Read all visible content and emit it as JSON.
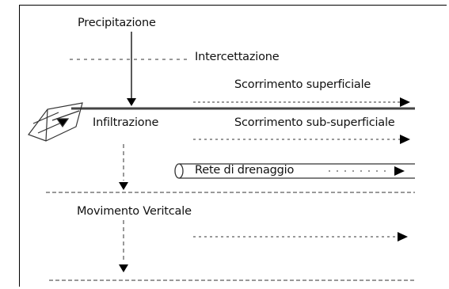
{
  "labels": {
    "precipitazione": "Precipitazione",
    "intercettazione": "Intercettazione",
    "scorrimento_superficiale": "Scorrimento superficiale",
    "infiltrazione": "Infiltrazione",
    "scorrimento_sub_superficiale": "Scorrimento sub-superficiale",
    "rete_di_drenaggio": "Rete di drenaggio",
    "movimento_verticale": "Movimento Veritcale"
  }
}
